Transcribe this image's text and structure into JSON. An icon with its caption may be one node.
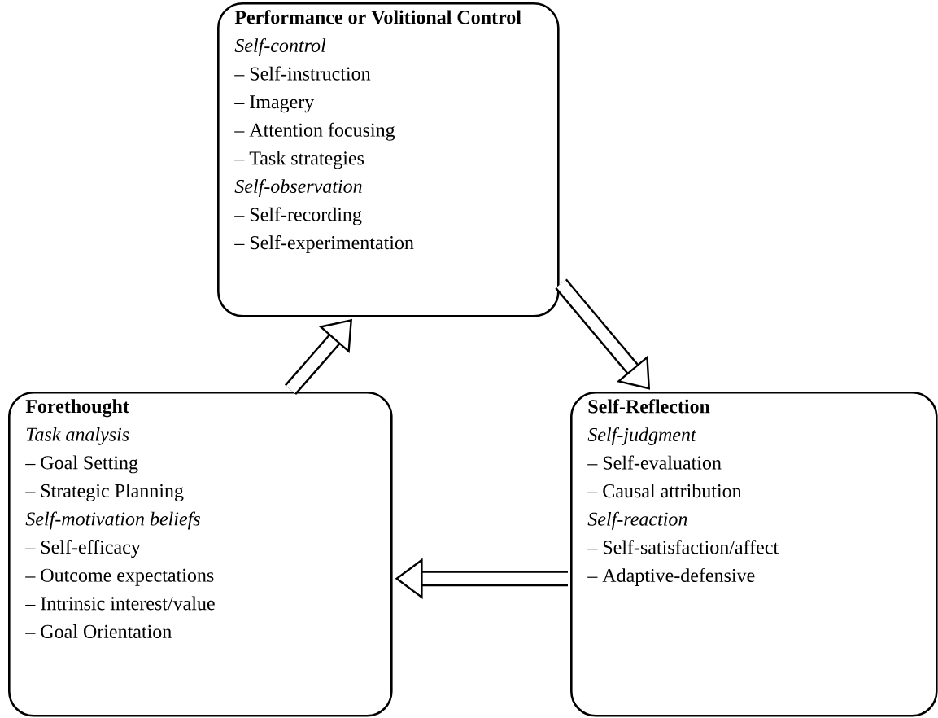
{
  "diagram": {
    "nodes": [
      {
        "text": [
          "Performance or Volitional Control",
          "Self-control",
          "– Self-instruction",
          "– Imagery",
          "– Attention focusing",
          "– Task strategies",
          "Self-observation",
          "– Self-recording",
          "– Self-experimentation"
        ]
      },
      {
        "text": [
          "Forethought",
          "Task analysis",
          "– Goal Setting",
          "– Strategic Planning",
          "Self-motivation beliefs",
          "– Self-efficacy",
          "– Outcome expectations",
          "– Intrinsic interest/value",
          "– Goal Orientation"
        ]
      },
      {
        "text": [
          "Self-Reflection",
          "Self-judgment",
          "– Self-evaluation",
          "– Causal attribution",
          "Self-reaction",
          "– Self-satisfaction/affect",
          "– Adaptive-defensive"
        ]
      }
    ],
    "edges": [
      {
        "from": 1,
        "to": 0,
        "arrow": "to"
      },
      {
        "from": 0,
        "to": 2,
        "arrow": "to"
      },
      {
        "from": 2,
        "to": 1,
        "arrow": "to"
      }
    ]
  }
}
